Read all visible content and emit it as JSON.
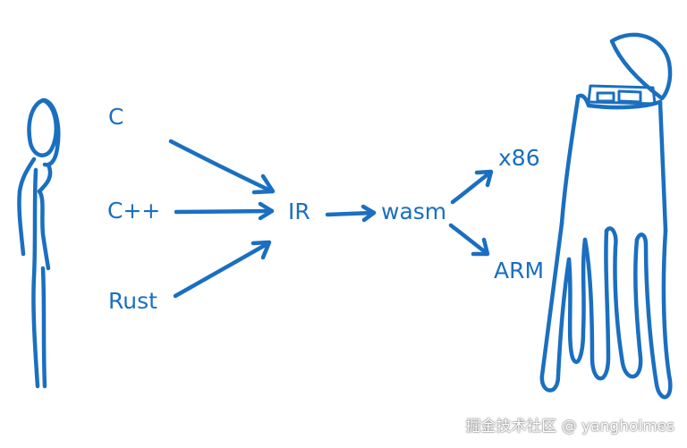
{
  "languages": [
    "C",
    "C++",
    "Rust"
  ],
  "ir_label": "IR",
  "wasm_label": "wasm",
  "targets": [
    "x86",
    "ARM"
  ],
  "watermark": "掘金技术社区 @ yangholmes",
  "ink_color": "#1a6fc0"
}
